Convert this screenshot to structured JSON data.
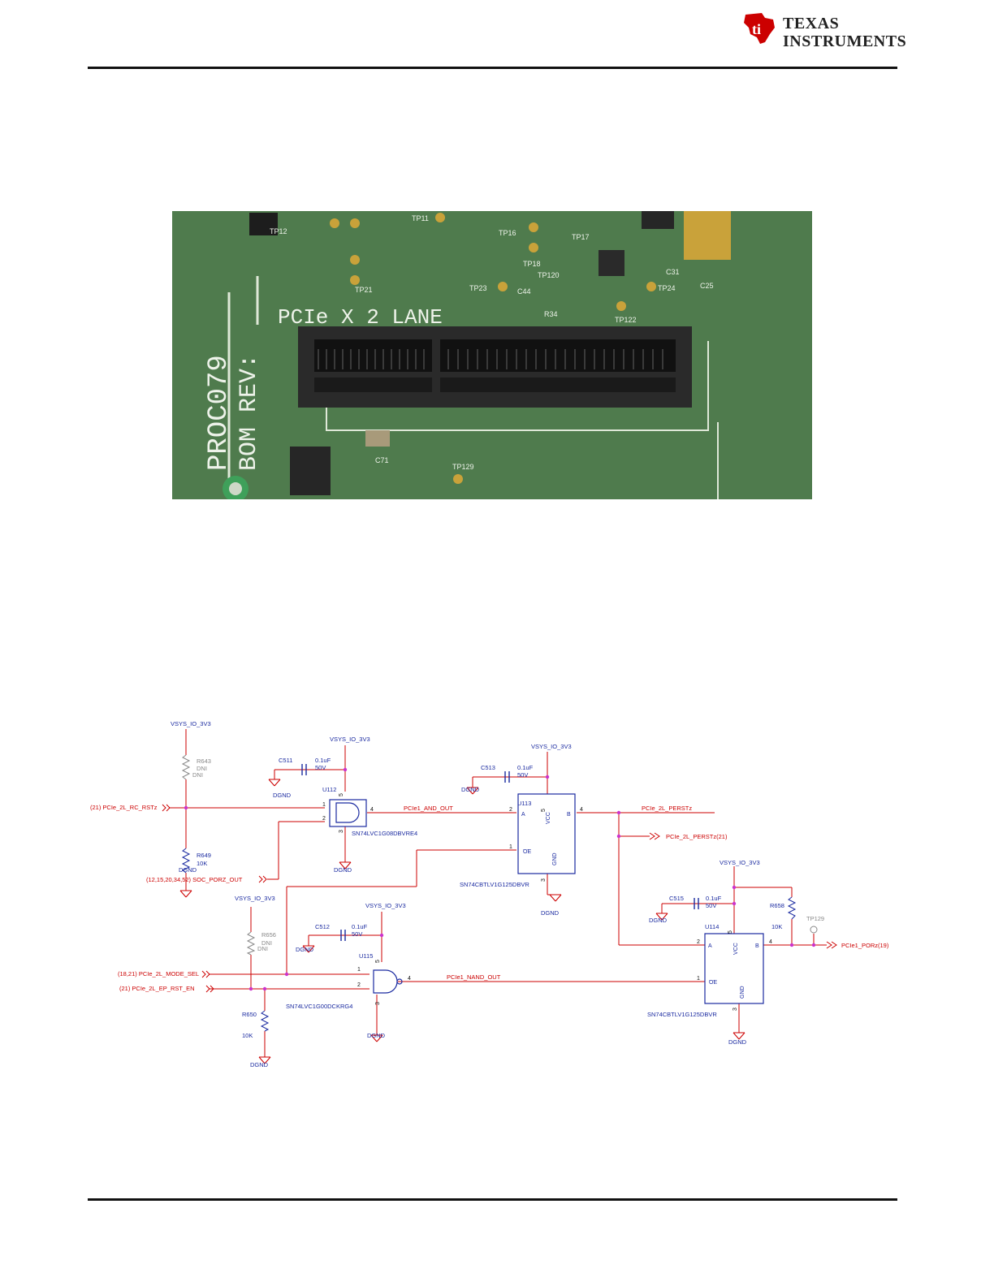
{
  "brand": {
    "line1": "TEXAS",
    "line2": "INSTRUMENTS",
    "logo_icon": "ti-texas-logo-icon",
    "color": "#cc0000"
  },
  "photo": {
    "pcb_labels": {
      "connector": "PCIe X 2 LANE",
      "board": "PROC079",
      "bom": "BOM REV:",
      "tp11": "TP11",
      "tp12": "TP12",
      "tp16": "TP16",
      "tp17": "TP17",
      "tp18": "TP18",
      "tp21": "TP21",
      "tp23": "TP23",
      "tp24": "TP24",
      "tp120": "TP120",
      "tp122": "TP122",
      "tp129": "TP129",
      "c44": "C44",
      "c25": "C25",
      "c31": "C31",
      "c71": "C71",
      "r34": "R34"
    },
    "colors": {
      "board": "#4d7a4c",
      "slot": "#2a2a2a",
      "gold": "#c9a23a"
    }
  },
  "schematic": {
    "colors": {
      "wire": "#cc0000",
      "part": "#1a2aa0",
      "junction": "#cc33cc",
      "dni": "#888888"
    },
    "rails": {
      "r1": "VSYS_IO_3V3",
      "r2": "VSYS_IO_3V3",
      "r3": "VSYS_IO_3V3",
      "r4": "VSYS_IO_3V3",
      "r5": "VSYS_IO_3V3",
      "r6": "VSYS_IO_3V3"
    },
    "grounds": {
      "g1": "DGND",
      "g2": "DGND",
      "g3": "DGND",
      "g4": "DGND",
      "g5": "DGND",
      "g6": "DGND",
      "g7": "DGND",
      "g8": "DGND",
      "g9": "DGND",
      "g10": "DGND"
    },
    "resistors": {
      "r643": {
        "ref": "R643",
        "val": "DNI",
        "val2": "DNI"
      },
      "r649": {
        "ref": "R649",
        "val": "10K"
      },
      "r656": {
        "ref": "R656",
        "val": "DNI",
        "val2": "DNI"
      },
      "r650": {
        "ref": "R650",
        "val": "10K"
      },
      "r658": {
        "ref": "R658",
        "val": "10K"
      }
    },
    "caps": {
      "c511": {
        "ref": "C511",
        "val": "0.1uF",
        "volt": "50V"
      },
      "c513": {
        "ref": "C513",
        "val": "0.1uF",
        "volt": "50V"
      },
      "c512": {
        "ref": "C512",
        "val": "0.1uF",
        "volt": "50V"
      },
      "c515": {
        "ref": "C515",
        "val": "0.1uF",
        "volt": "50V"
      }
    },
    "parts": {
      "u112": {
        "ref": "U112",
        "pn": "SN74LVC1G08DBVRE4"
      },
      "u113": {
        "ref": "U113",
        "pn": "SN74CBTLV1G125DBVR"
      },
      "u115": {
        "ref": "U115",
        "pn": "SN74LVC1G00DCKRG4"
      },
      "u114": {
        "ref": "U114",
        "pn": "SN74CBTLV1G125DBVR"
      }
    },
    "pins": {
      "a": "A",
      "b": "B",
      "vcc": "VCC",
      "gnd": "GND",
      "oe": "OE",
      "p1": "1",
      "p2": "2",
      "p3": "3",
      "p4": "4",
      "p5": "5"
    },
    "nets": {
      "rc_rst": "(21)  PCIe_2L_RC_RSTz",
      "soc_porz": "(12,15,20,34,52)   SOC_PORZ_OUT",
      "mode_sel": "(18,21)  PCIe_2L_MODE_SEL",
      "ep_rst": "(21)  PCIe_2L_EP_RST_EN",
      "and_out": "PCIe1_AND_OUT",
      "perstz": "PCIe_2L_PERSTz",
      "perstz_off": "PCIe_2L_PERSTz(21)",
      "nand_out": "PCIe1_NAND_OUT",
      "porz": "PCIe1_PORz(19)",
      "tp": "TP129"
    }
  }
}
